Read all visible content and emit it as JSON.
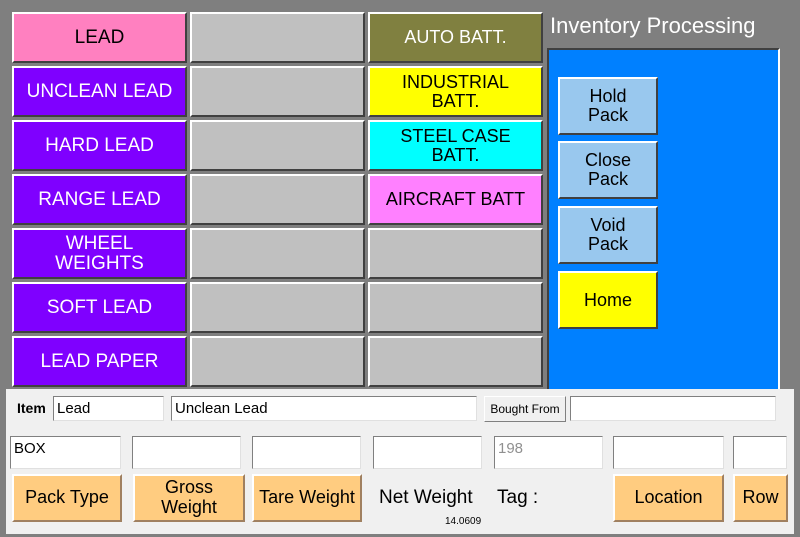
{
  "title": "Inventory Processing",
  "lead_buttons": [
    {
      "label": "LEAD"
    },
    {
      "label": "UNCLEAN LEAD"
    },
    {
      "label": "HARD LEAD"
    },
    {
      "label": "RANGE LEAD"
    },
    {
      "label": "WHEEL WEIGHTS"
    },
    {
      "label": "SOFT LEAD"
    },
    {
      "label": "LEAD PAPER"
    }
  ],
  "battery_buttons": [
    {
      "label": "AUTO BATT."
    },
    {
      "label": "INDUSTRIAL BATT."
    },
    {
      "label": "STEEL CASE BATT."
    },
    {
      "label": "AIRCRAFT BATT"
    }
  ],
  "side_buttons": {
    "hold_pack": "Hold Pack",
    "close_pack": "Close Pack",
    "void_pack": "Void Pack",
    "home": "Home"
  },
  "form": {
    "item_label": "Item",
    "item_value": "Lead",
    "item_description": "Unclean Lead",
    "bought_from_label": "Bought From",
    "bought_from_value": "",
    "pack_type_value": "BOX",
    "gross_weight_value": "",
    "tare_weight_value": "",
    "net_weight_value": "",
    "tag_value": "198",
    "location_value": "",
    "row_value": "",
    "pack_type_label": "Pack Type",
    "gross_weight_label": "Gross Weight",
    "tare_weight_label": "Tare Weight",
    "net_weight_label": "Net Weight",
    "tag_label": "Tag :",
    "location_label": "Location",
    "row_label": "Row",
    "version": "14.0609"
  },
  "colors": {
    "background": "#7f7f7f",
    "purple": "#7f00ff",
    "pink": "#ff80c0",
    "blue_panel": "#0080ff",
    "side_button": "#99c8ee",
    "home_button": "#ffff00",
    "peach": "#ffcc80"
  }
}
